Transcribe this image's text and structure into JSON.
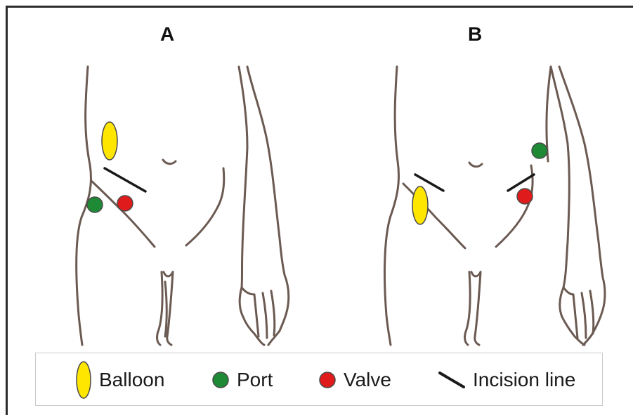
{
  "panels": {
    "a_label": "A",
    "b_label": "B"
  },
  "legend": {
    "balloon": "Balloon",
    "port": "Port",
    "valve": "Valve",
    "incision": "Incision line"
  },
  "colors": {
    "balloon": "#ffe600",
    "port": "#1e8a35",
    "valve": "#e01b1b",
    "outline": "#6b5a52",
    "incision": "#1a1a1a"
  }
}
